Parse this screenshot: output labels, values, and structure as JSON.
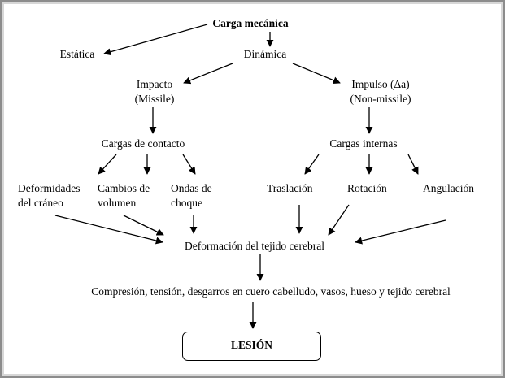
{
  "diagram": {
    "nodes": {
      "carga_mecanica": "Carga mecánica",
      "estatica": "Estática",
      "dinamica": "Dinámica",
      "impacto_line1": "Impacto",
      "impacto_line2": "(Missile)",
      "impulso_line1": "Impulso (Δa)",
      "impulso_line2": "(Non-missile)",
      "cargas_contacto": "Cargas de contacto",
      "cargas_internas": "Cargas internas",
      "deformidades_line1": "Deformidades",
      "deformidades_line2": "del cráneo",
      "cambios_line1": "Cambios de",
      "cambios_line2": "volumen",
      "ondas_line1": "Ondas de",
      "ondas_line2": "choque",
      "traslacion": "Traslación",
      "rotacion": "Rotación",
      "angulacion": "Angulación",
      "deformacion": "Deformación del tejido cerebral",
      "compresion": "Compresión, tensión, desgarros en cuero cabelludo, vasos, hueso y  tejido cerebral",
      "lesion": "LESIÓN"
    }
  }
}
